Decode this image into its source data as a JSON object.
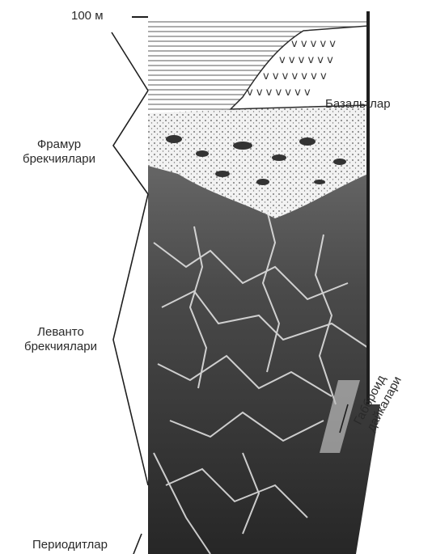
{
  "scale": {
    "label": "100 м"
  },
  "labels": {
    "basalts": "Базальтлар",
    "framur": [
      "Фрамур",
      "брекчиялари"
    ],
    "levanto": [
      "Леванто",
      "брекчиялари"
    ],
    "peridotites": "Периодитлар",
    "gabbro_dikes": [
      "Габброид",
      "дайкалари"
    ]
  },
  "colors": {
    "ink": "#1e1e1e",
    "dark_rock": "#2b2b2b",
    "light_rock": "#d6d6d6",
    "paper": "#ffffff"
  }
}
